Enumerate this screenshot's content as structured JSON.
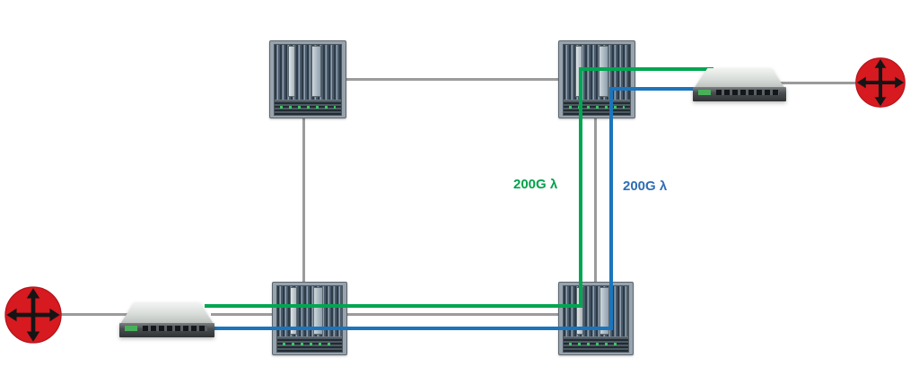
{
  "diagram": {
    "labels": {
      "green_wavelength": "200G λ",
      "blue_wavelength": "200G λ"
    },
    "colors": {
      "wavelength_green": "#00a651",
      "wavelength_blue": "#1b75bc",
      "fiber_gray": "#9b9b9b",
      "router_red": "#d71920"
    },
    "nodes": {
      "router_left": {
        "type": "ip-router",
        "icon": "four-way-arrows-icon"
      },
      "router_right": {
        "type": "ip-router",
        "icon": "four-way-arrows-icon"
      },
      "switch_left": {
        "type": "rack-appliance"
      },
      "switch_right": {
        "type": "rack-appliance"
      },
      "chassis_top_left": {
        "type": "optical-transport-chassis"
      },
      "chassis_top_right": {
        "type": "optical-transport-chassis"
      },
      "chassis_bottom_left": {
        "type": "optical-transport-chassis"
      },
      "chassis_bottom_right": {
        "type": "optical-transport-chassis"
      }
    }
  }
}
